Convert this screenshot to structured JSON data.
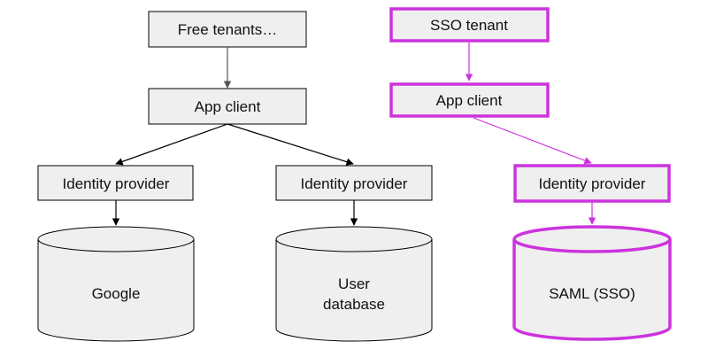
{
  "colors": {
    "box_fill": "#efefef",
    "box_stroke": "#000000",
    "gray_arrow": "#555555",
    "accent": "#cc33dd",
    "db_fill": "#efefef",
    "text": "#111111"
  },
  "nodes": {
    "free_tenants": "Free tenants…",
    "app_client_left": "App client",
    "identity_provider_left": "Identity provider",
    "identity_provider_middle": "Identity provider",
    "sso_tenant": "SSO tenant",
    "app_client_right": "App client",
    "identity_provider_right": "Identity provider"
  },
  "databases": {
    "google": [
      "Google"
    ],
    "user_database": [
      "User",
      "database"
    ],
    "saml": [
      "SAML (SSO)"
    ]
  }
}
